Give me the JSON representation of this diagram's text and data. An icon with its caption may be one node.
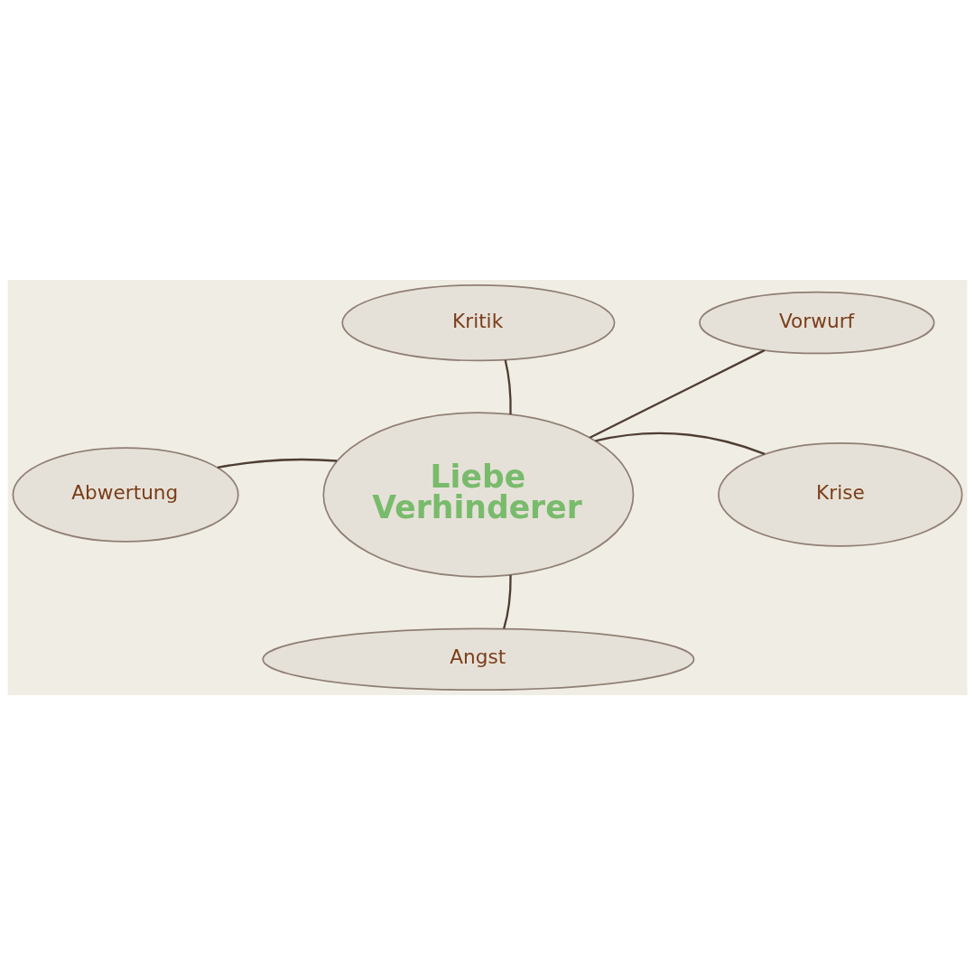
{
  "diagram": {
    "nodes": [
      {
        "text": [
          "Liebe Verhinderer"
        ]
      },
      {
        "text": [
          "Kritik"
        ]
      },
      {
        "text": [
          "Vorwurf"
        ]
      },
      {
        "text": [
          "Krise"
        ]
      },
      {
        "text": [
          "Angst"
        ]
      },
      {
        "text": [
          "Abwertung"
        ]
      }
    ],
    "edges": [
      {
        "from": 0,
        "to": 1,
        "arrow": "none"
      },
      {
        "from": 0,
        "to": 2,
        "arrow": "none"
      },
      {
        "from": 0,
        "to": 3,
        "arrow": "none"
      },
      {
        "from": 0,
        "to": 4,
        "arrow": "none"
      },
      {
        "from": 0,
        "to": 5,
        "arrow": "none"
      }
    ]
  }
}
